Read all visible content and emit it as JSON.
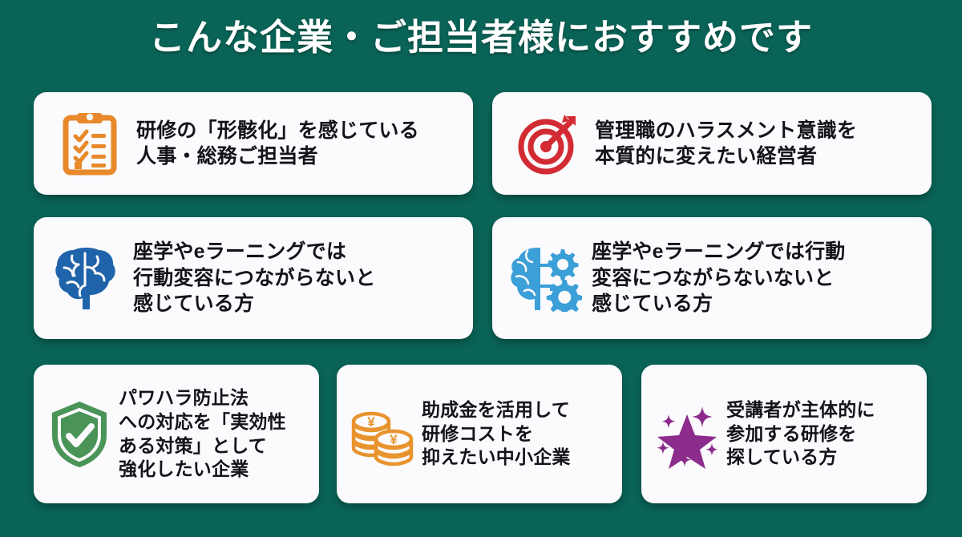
{
  "theme": {
    "background_color": "#0a6357",
    "card_background": "#fbfafc",
    "title_color": "#ffffff",
    "text_color": "#13131a"
  },
  "header": {
    "title": "こんな企業・ご担当者様におすすめです"
  },
  "cards": [
    {
      "id": "card-formalization",
      "icon": "clipboard-checklist-icon",
      "icon_color": "#e8892b",
      "text": "研修の「形骸化」を感じている\n人事・総務ご担当者"
    },
    {
      "id": "card-management-awareness",
      "icon": "target-arrow-icon",
      "icon_color": "#d22b33",
      "text": "管理職のハラスメント意識を\n本質的に変えたい経営者"
    },
    {
      "id": "card-behavior-change",
      "icon": "brain-icon",
      "icon_color": "#1f64ab",
      "text": "座学やeラーニングでは\n行動変容につながらないと\n感じている方"
    },
    {
      "id": "card-behavior-change-gears",
      "icon": "brain-gears-icon",
      "icon_color": "#3b9fd8",
      "text": "座学やeラーニングでは行動\n変容につながらないないと\n感じている方"
    },
    {
      "id": "card-power-harassment-law",
      "icon": "shield-check-icon",
      "icon_color": "#4a9457",
      "text": "パワハラ防止法\nへの対応を「実効性\nある対策」として\n強化したい企業"
    },
    {
      "id": "card-subsidy-cost",
      "icon": "yen-coins-icon",
      "icon_color": "#e8942e",
      "text": "助成金を活用して\n研修コストを\n抑えたい中小企業"
    },
    {
      "id": "card-active-participation",
      "icon": "sparkle-star-icon",
      "icon_color": "#8c2c8c",
      "text": "受講者が主体的に\n参加する研修を\n探している方"
    }
  ]
}
